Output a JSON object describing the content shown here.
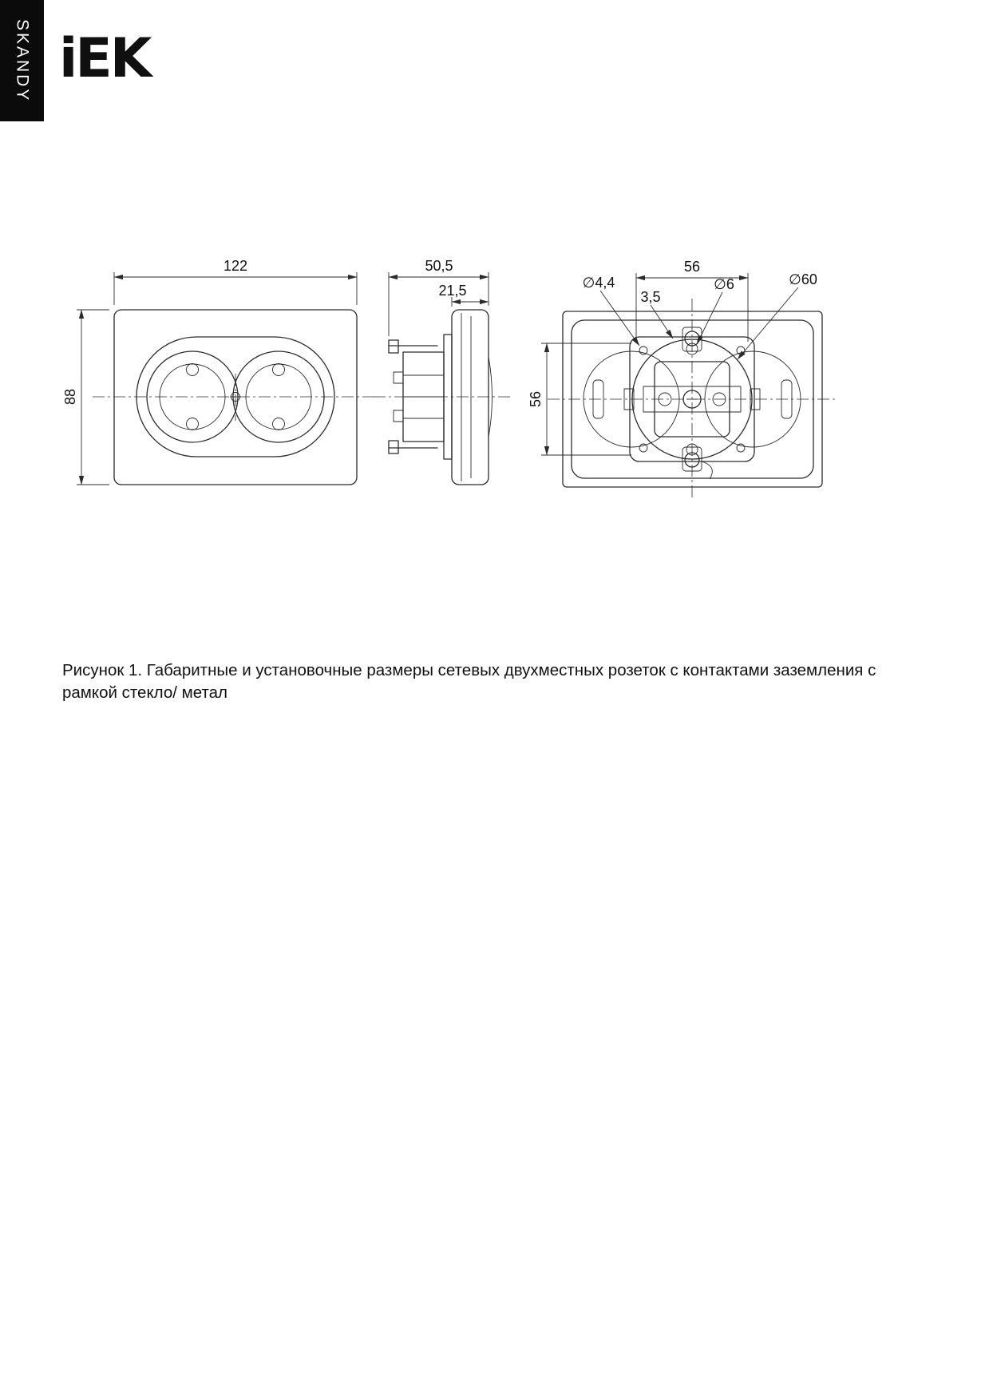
{
  "sidebar": {
    "series_label": "SKANDY"
  },
  "header": {
    "brand": "iEK"
  },
  "figure": {
    "front_view": {
      "dim_width": "122",
      "dim_height": "88"
    },
    "side_view": {
      "dim_depth": "50,5",
      "dim_front": "21,5"
    },
    "rear_view": {
      "dim_width_top": "56",
      "dim_height_left": "56",
      "label_d44": "∅4,4",
      "label_35": "3,5",
      "label_d6": "∅6",
      "label_d60": "∅60"
    },
    "caption_lines": [
      "Рисунок 1. Габаритные и установочные размеры сетевых двухместных розеток с контактами заземления с",
      "рамкой стекло/ метал"
    ]
  }
}
